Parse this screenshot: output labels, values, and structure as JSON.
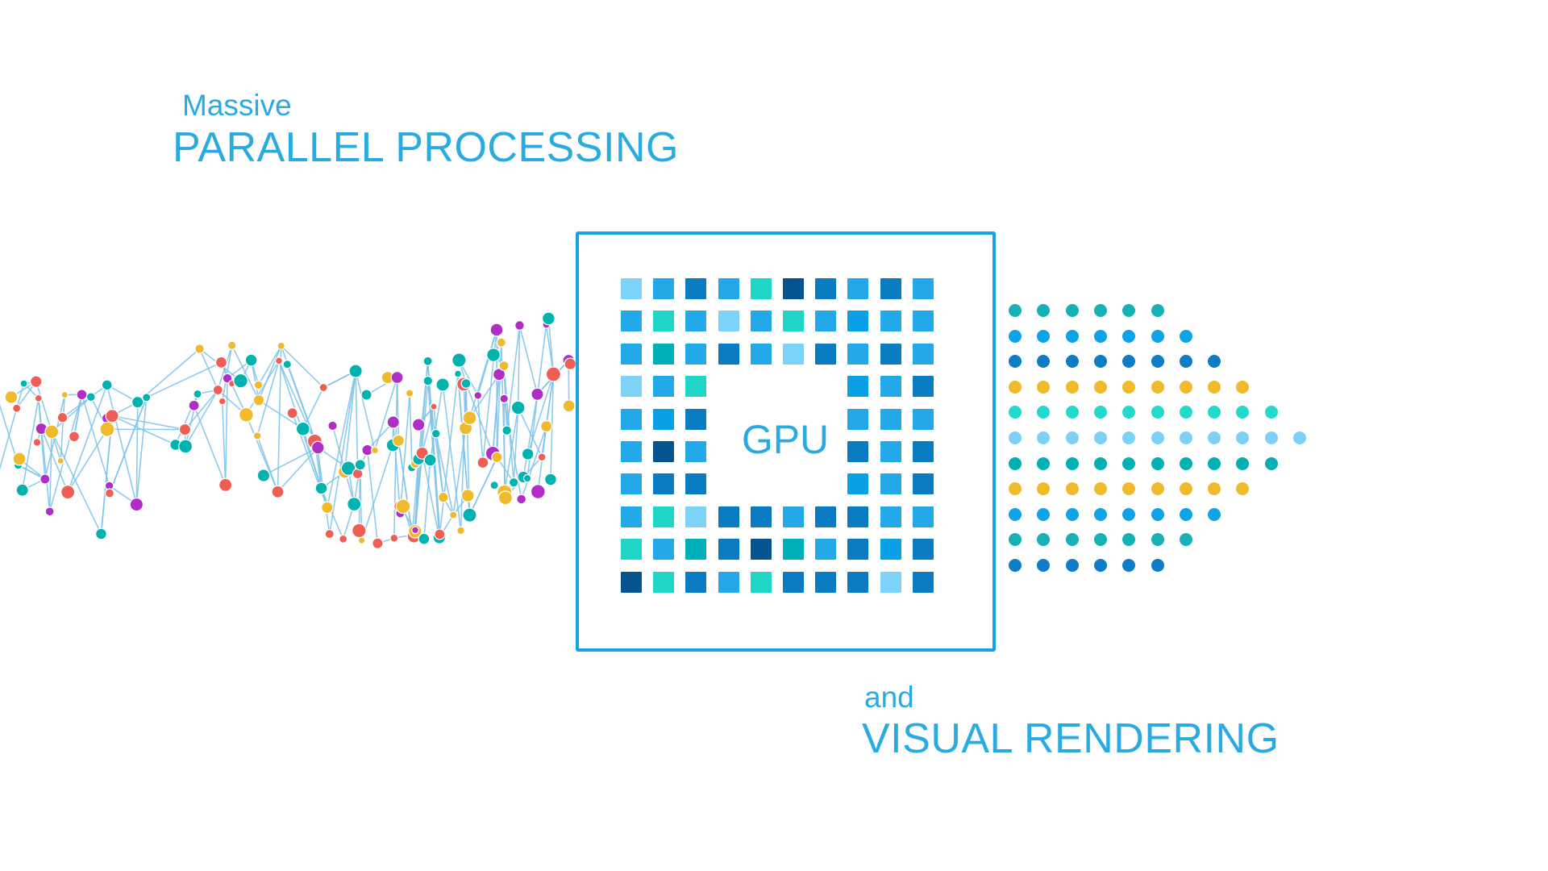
{
  "headlines": {
    "top_small": "Massive",
    "top_big": "PARALLEL PROCESSING",
    "bottom_small": "and",
    "bottom_big": "VISUAL RENDERING"
  },
  "gpu": {
    "label": "GPU",
    "border_color": "#17a3e3",
    "palette": {
      "L": "#7dd3f8",
      "M": "#23a9e8",
      "B": "#0aa0e6",
      "D": "#0b7bc2",
      "N": "#06548f",
      "T": "#1fd6c8",
      "E": "#00b0b9"
    },
    "grid": [
      "LMDMTNDMDM",
      "MTMLMTMBMM",
      "MEMDMLDMDM",
      "LMT....BMD",
      "MBD....MMM",
      "MNM....DMD",
      "MDD....BMD",
      "MTLDDMDDMM",
      "TMEDNEMDBD",
      "NTDMTDDDLD"
    ]
  },
  "dot_matrix": {
    "rows": [
      {
        "count": 6,
        "color": "#16b1b4"
      },
      {
        "count": 7,
        "color": "#0ea3e8"
      },
      {
        "count": 8,
        "color": "#0f7cc6"
      },
      {
        "count": 9,
        "color": "#efba2c"
      },
      {
        "count": 10,
        "color": "#22d9cb"
      },
      {
        "count": 11,
        "color": "#7fd0f6"
      },
      {
        "count": 10,
        "color": "#00b0b2"
      },
      {
        "count": 9,
        "color": "#efba2c"
      },
      {
        "count": 8,
        "color": "#0ea3e8"
      },
      {
        "count": 7,
        "color": "#16b1b4"
      },
      {
        "count": 6,
        "color": "#0f7cc6"
      }
    ]
  },
  "network": {
    "node_colors": [
      "#ee5e55",
      "#b02ec5",
      "#00b2b0",
      "#efba2c"
    ],
    "edge_color": "#7cc3ea"
  }
}
